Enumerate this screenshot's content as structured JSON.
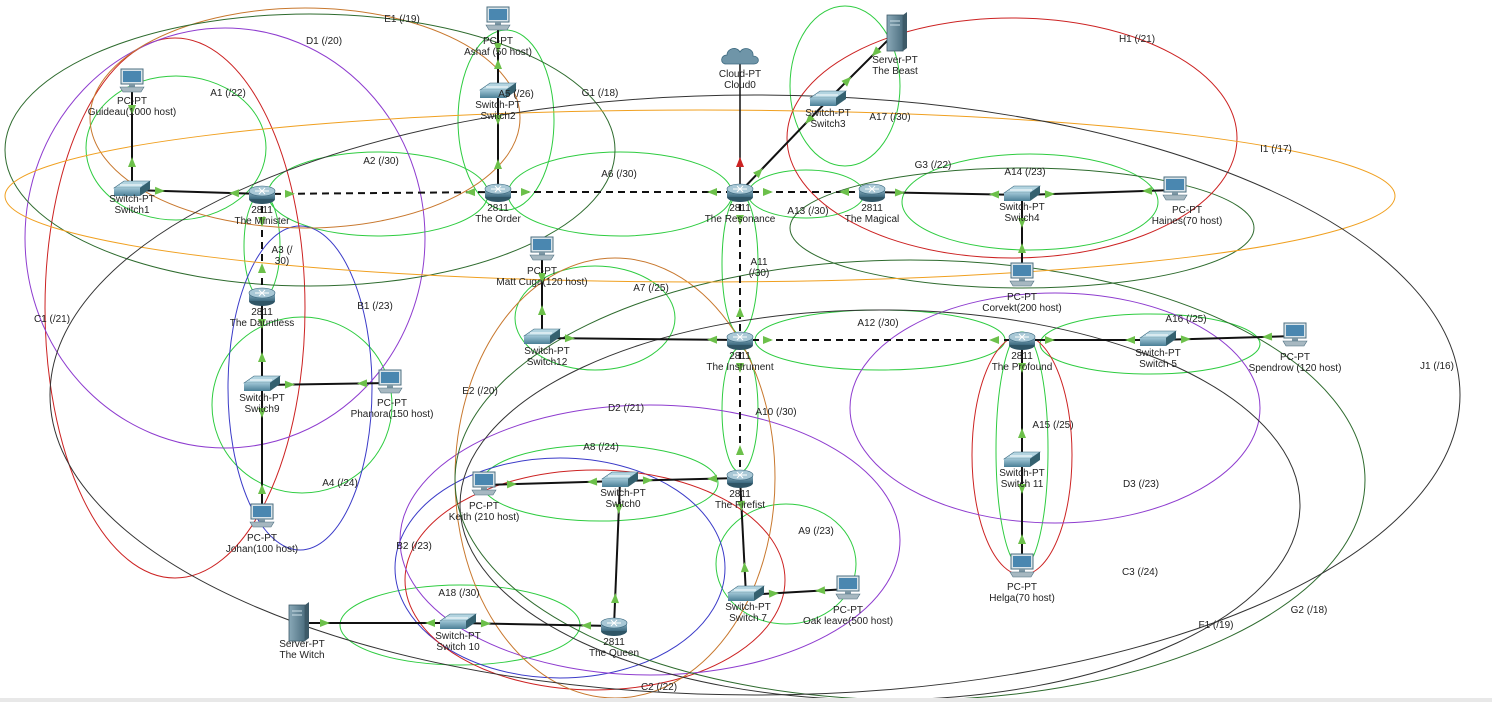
{
  "nodes": [
    {
      "id": "guideau",
      "kind": "pc",
      "type": "PC-PT",
      "name": "Guideau(1000 host)"
    },
    {
      "id": "switch1",
      "kind": "switch",
      "type": "Switch-PT",
      "name": "Switch1"
    },
    {
      "id": "minister",
      "kind": "router",
      "type": "2811",
      "name": "The Minister"
    },
    {
      "id": "ashaf",
      "kind": "pc",
      "type": "PC-PT",
      "name": "Ashaf (50 host)"
    },
    {
      "id": "switch2",
      "kind": "switch",
      "type": "Switch-PT",
      "name": "Switch2"
    },
    {
      "id": "order",
      "kind": "router",
      "type": "2811",
      "name": "The Order"
    },
    {
      "id": "cloud0",
      "kind": "cloud",
      "type": "Cloud-PT",
      "name": "Cloud0"
    },
    {
      "id": "beast",
      "kind": "server",
      "type": "Server-PT",
      "name": "The Beast"
    },
    {
      "id": "switch3",
      "kind": "switch",
      "type": "Switch-PT",
      "name": "Switch3"
    },
    {
      "id": "resonance",
      "kind": "router",
      "type": "2811",
      "name": "The Resonance"
    },
    {
      "id": "magical",
      "kind": "router",
      "type": "2811",
      "name": "The Magical"
    },
    {
      "id": "switch4",
      "kind": "switch",
      "type": "Switch-PT",
      "name": "Switch4"
    },
    {
      "id": "haines",
      "kind": "pc",
      "type": "PC-PT",
      "name": "Haines(70 host)"
    },
    {
      "id": "corvekt",
      "kind": "pc",
      "type": "PC-PT",
      "name": "Corvekt(200 host)"
    },
    {
      "id": "dauntless",
      "kind": "router",
      "type": "2811",
      "name": "The Dauntless"
    },
    {
      "id": "switch9",
      "kind": "switch",
      "type": "Switch-PT",
      "name": "Switch9"
    },
    {
      "id": "phanora",
      "kind": "pc",
      "type": "PC-PT",
      "name": "Phanora(150 host)"
    },
    {
      "id": "johan",
      "kind": "pc",
      "type": "PC-PT",
      "name": "Johan(100 host)"
    },
    {
      "id": "mattcuga",
      "kind": "pc",
      "type": "PC-PT",
      "name": "Matt Cuga(120 host)"
    },
    {
      "id": "switch12",
      "kind": "switch",
      "type": "Switch-PT",
      "name": "Switch12"
    },
    {
      "id": "instrument",
      "kind": "router",
      "type": "2811",
      "name": "The Instrument"
    },
    {
      "id": "profound",
      "kind": "router",
      "type": "2811",
      "name": "The Profound"
    },
    {
      "id": "switch5",
      "kind": "switch",
      "type": "Switch-PT",
      "name": "Switch 5"
    },
    {
      "id": "spendrow",
      "kind": "pc",
      "type": "PC-PT",
      "name": "Spendrow (120 host)"
    },
    {
      "id": "switch11",
      "kind": "switch",
      "type": "Switch-PT",
      "name": "Switch 11"
    },
    {
      "id": "helga",
      "kind": "pc",
      "type": "PC-PT",
      "name": "Helga(70 host)"
    },
    {
      "id": "keith",
      "kind": "pc",
      "type": "PC-PT",
      "name": "Keith (210 host)"
    },
    {
      "id": "switch0",
      "kind": "switch",
      "type": "Switch-PT",
      "name": "Switch0"
    },
    {
      "id": "firefist",
      "kind": "router",
      "type": "2811",
      "name": "The Firefist"
    },
    {
      "id": "switch7",
      "kind": "switch",
      "type": "Switch-PT",
      "name": "Switch 7"
    },
    {
      "id": "oakleave",
      "kind": "pc",
      "type": "PC-PT",
      "name": "Oak leave(500 host)"
    },
    {
      "id": "witch",
      "kind": "server",
      "type": "Server-PT",
      "name": "The Witch"
    },
    {
      "id": "switch10",
      "kind": "switch",
      "type": "Switch-PT",
      "name": "Switch 10"
    },
    {
      "id": "queen",
      "kind": "router",
      "type": "2811",
      "name": "The Queen"
    }
  ],
  "links": [
    {
      "from": "guideau",
      "to": "switch1",
      "style": "solid"
    },
    {
      "from": "switch1",
      "to": "minister",
      "style": "solid"
    },
    {
      "from": "minister",
      "to": "order",
      "style": "dashed"
    },
    {
      "from": "ashaf",
      "to": "switch2",
      "style": "solid"
    },
    {
      "from": "switch2",
      "to": "order",
      "style": "solid"
    },
    {
      "from": "order",
      "to": "resonance",
      "style": "dashed"
    },
    {
      "from": "cloud0",
      "to": "resonance",
      "style": "solid-red"
    },
    {
      "from": "beast",
      "to": "switch3",
      "style": "solid"
    },
    {
      "from": "switch3",
      "to": "resonance",
      "style": "solid"
    },
    {
      "from": "resonance",
      "to": "magical",
      "style": "dashed"
    },
    {
      "from": "magical",
      "to": "switch4",
      "style": "solid"
    },
    {
      "from": "switch4",
      "to": "haines",
      "style": "solid"
    },
    {
      "from": "switch4",
      "to": "corvekt",
      "style": "solid"
    },
    {
      "from": "minister",
      "to": "dauntless",
      "style": "dashed"
    },
    {
      "from": "dauntless",
      "to": "switch9",
      "style": "solid"
    },
    {
      "from": "switch9",
      "to": "phanora",
      "style": "solid"
    },
    {
      "from": "switch9",
      "to": "johan",
      "style": "solid"
    },
    {
      "from": "resonance",
      "to": "instrument",
      "style": "dashed"
    },
    {
      "from": "mattcuga",
      "to": "switch12",
      "style": "solid"
    },
    {
      "from": "switch12",
      "to": "instrument",
      "style": "solid"
    },
    {
      "from": "instrument",
      "to": "profound",
      "style": "dashed"
    },
    {
      "from": "profound",
      "to": "switch5",
      "style": "solid"
    },
    {
      "from": "switch5",
      "to": "spendrow",
      "style": "solid"
    },
    {
      "from": "profound",
      "to": "switch11",
      "style": "solid"
    },
    {
      "from": "switch11",
      "to": "helga",
      "style": "solid"
    },
    {
      "from": "instrument",
      "to": "firefist",
      "style": "dashed"
    },
    {
      "from": "keith",
      "to": "switch0",
      "style": "solid"
    },
    {
      "from": "switch0",
      "to": "firefist",
      "style": "solid"
    },
    {
      "from": "switch0",
      "to": "queen",
      "style": "solid"
    },
    {
      "from": "firefist",
      "to": "switch7",
      "style": "solid"
    },
    {
      "from": "switch7",
      "to": "oakleave",
      "style": "solid"
    },
    {
      "from": "witch",
      "to": "switch10",
      "style": "solid"
    },
    {
      "from": "switch10",
      "to": "queen",
      "style": "solid"
    }
  ],
  "subnet_labels": [
    "A1 (/22)",
    "A2 (/30)",
    "A3 (/\n30)",
    "A4 (/24)",
    "A5 (/26)",
    "A6 (/30)",
    "A7 (/25)",
    "A8 (/24)",
    "A9 (/23)",
    "A10 (/30)",
    "A11\n(/30)",
    "A12 (/30)",
    "A13 (/30)",
    "A14 (/23)",
    "A15 (/25)",
    "A16 (/25)",
    "A17 (/30)",
    "A18 (/30)",
    "B1 (/23)",
    "B2 (/23)",
    "C1 (/21)",
    "C2 (/22)",
    "C3 (/24)",
    "D1 (/20)",
    "D2 (/21)",
    "D3 (/23)",
    "E1 (/19)",
    "E2 (/20)",
    "F1 (/19)",
    "G1 (/18)",
    "G2 (/18)",
    "G3 (/22)",
    "H1 (/21)",
    "I1 (/17)",
    "J1 (/16)"
  ],
  "colors": {
    "green": "#2ecc40",
    "dark_green": "#2e6b2e",
    "red": "#cc2222",
    "purple": "#8e3ccf",
    "blue": "#3b3bc8",
    "brown": "#c8782e",
    "orange": "#f0a020",
    "dark": "#333333",
    "link": "#111111",
    "cloud_link": "#cc2222",
    "arrow": "#6cc04a"
  }
}
